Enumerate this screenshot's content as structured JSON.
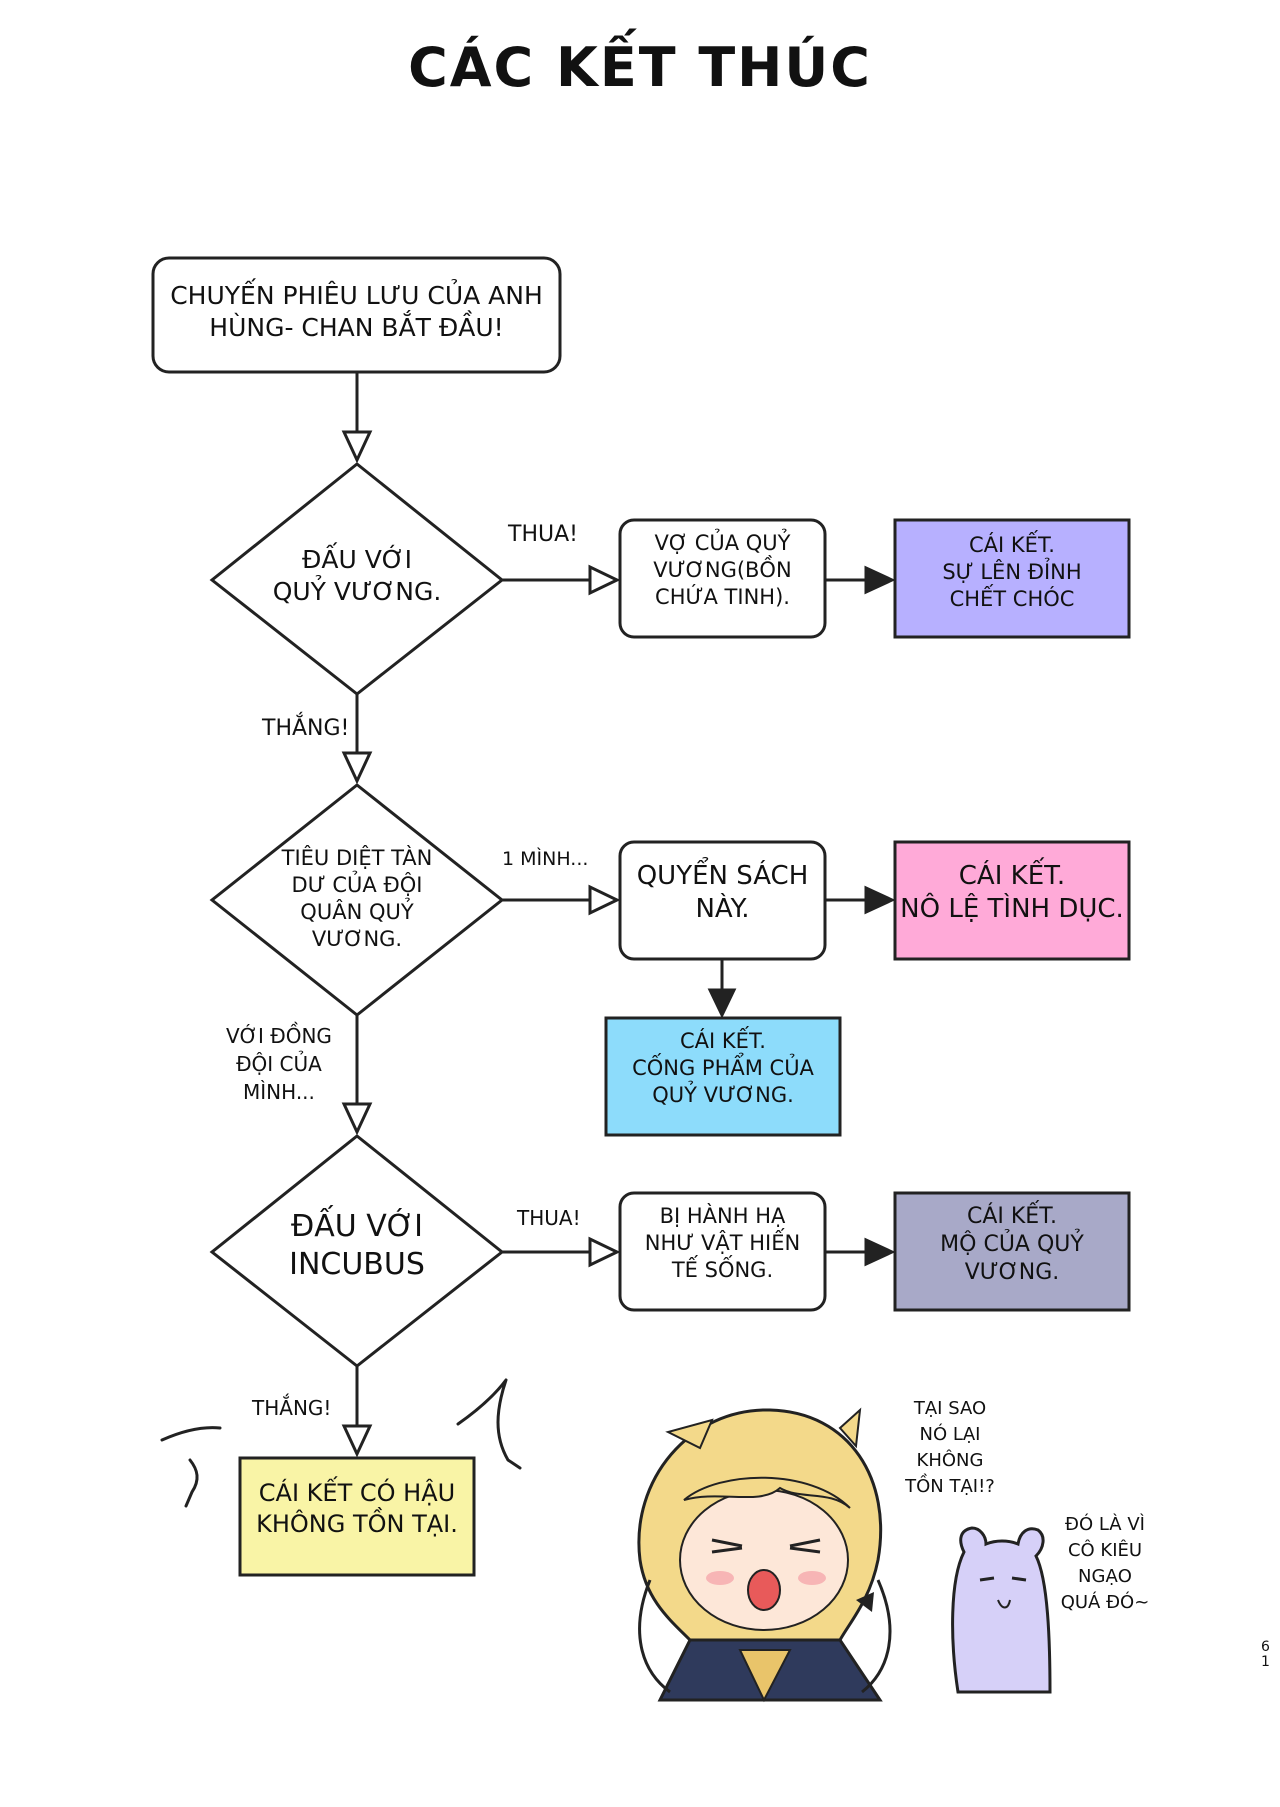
{
  "title": "CÁC KẾT THÚC",
  "colors": {
    "ending_bad_purple": "#b7b0ff",
    "ending_pink": "#ffaad8",
    "ending_blue": "#8ddcfb",
    "ending_gray": "#a8a9c8",
    "ending_yellow": "#f9f4a6",
    "mascot": "#d6d0f8"
  },
  "nodes": {
    "start": "CHUYẾN PHIÊU LƯU CỦA ANH\nHÙNG- CHAN BẮT ĐẦU!",
    "decision1": "ĐẤU VỚI\nQUỶ VƯƠNG.",
    "decision2": "TIÊU DIỆT TÀN\nDƯ CỦA ĐỘI\nQUÂN QUỶ\nVƯƠNG.",
    "decision3": "ĐẤU VỚI\nINCUBUS",
    "step1": "VỢ CỦA QUỶ\nVƯƠNG(BỒN\nCHỨA TINH).",
    "step2": "QUYỂN SÁCH\nNÀY.",
    "step3": "BỊ HÀNH HẠ\nNHƯ VẬT HIẾN\nTẾ SỐNG.",
    "ending1": "CÁI KẾT.\nSỰ LÊN ĐỈNH\nCHẾT CHÓC",
    "ending2": "CÁI KẾT.\nNÔ LỆ TÌNH DỤC.",
    "ending3": "CÁI KẾT.\nCỐNG PHẨM CỦA\nQUỶ VƯƠNG.",
    "ending4": "CÁI KẾT.\nMỘ CỦA QUỶ\nVƯƠNG.",
    "ending5": "CÁI KẾT CÓ HẬU\nKHÔNG TỒN TẠI."
  },
  "edge_labels": {
    "lose1": "THUA!",
    "win1": "THẮNG!",
    "alone": "1 MÌNH...",
    "with_team": "VỚI ĐỒNG\nĐỘI CỦA\nMÌNH...",
    "lose2": "THUA!",
    "win2": "THẮNG!"
  },
  "speech": {
    "heroine": "TẠI SAO\nNÓ LẠI\nKHÔNG\nTỒN TẠI!?",
    "mascot": "ĐÓ LÀ VÌ\nCÔ KIÊU\nNGẠO\nQUÁ ĐÓ~"
  },
  "page_number": "6\n1"
}
